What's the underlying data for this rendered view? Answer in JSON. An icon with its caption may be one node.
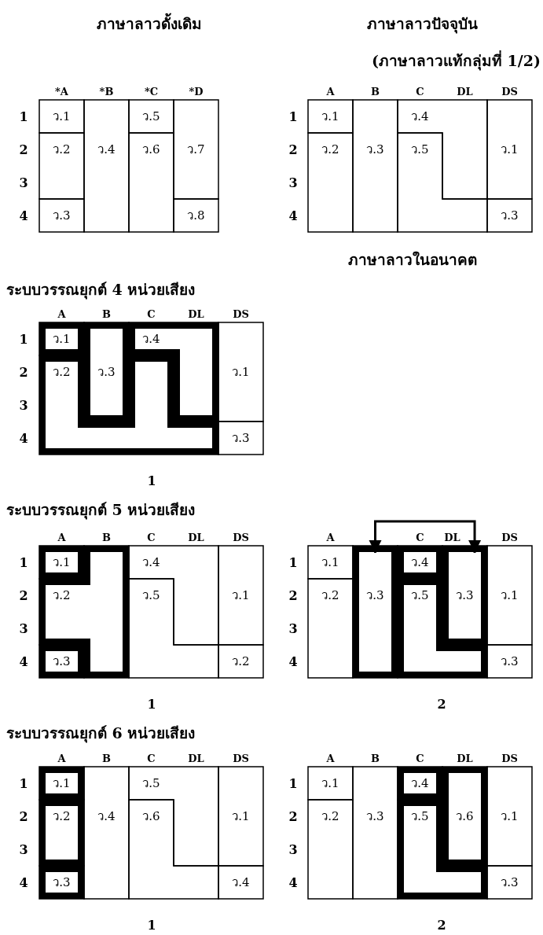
{
  "diagram": {
    "nodes": [
      {
        "text": [
          "ว.1"
        ]
      },
      {
        "text": [
          "ว.5"
        ]
      },
      {
        "text": [
          "ว.2"
        ]
      },
      {
        "text": [
          "ว.4"
        ]
      },
      {
        "text": [
          "ว.6"
        ]
      },
      {
        "text": [
          "ว.7"
        ]
      },
      {
        "text": [
          "ว.3"
        ]
      },
      {
        "text": [
          "ว.8"
        ]
      },
      {
        "text": [
          "ว.1"
        ]
      },
      {
        "text": [
          "ว.4"
        ]
      },
      {
        "text": [
          "ว.2"
        ]
      },
      {
        "text": [
          "ว.3"
        ]
      },
      {
        "text": [
          "ว.5"
        ]
      },
      {
        "text": [
          "ว.1"
        ]
      },
      {
        "text": [
          "ว.3"
        ]
      },
      {
        "text": [
          "ว.1"
        ]
      },
      {
        "text": [
          "ว.4"
        ]
      },
      {
        "text": [
          "ว.2"
        ]
      },
      {
        "text": [
          "ว.3"
        ]
      },
      {
        "text": [
          "ว.1"
        ]
      },
      {
        "text": [
          "ว.3"
        ]
      },
      {
        "text": [
          "ว.1"
        ]
      },
      {
        "text": [
          "ว.4"
        ]
      },
      {
        "text": [
          "ว.2"
        ]
      },
      {
        "text": [
          "ว.5"
        ]
      },
      {
        "text": [
          "ว.1"
        ]
      },
      {
        "text": [
          "ว.3"
        ]
      },
      {
        "text": [
          "ว.2"
        ]
      },
      {
        "text": [
          "ว.1"
        ]
      },
      {
        "text": [
          "ว.4"
        ]
      },
      {
        "text": [
          "ว.2"
        ]
      },
      {
        "text": [
          "ว.3"
        ]
      },
      {
        "text": [
          "ว.5"
        ]
      },
      {
        "text": [
          "ว.3"
        ]
      },
      {
        "text": [
          "ว.1"
        ]
      },
      {
        "text": [
          "ว.3"
        ]
      },
      {
        "text": [
          "ว.1"
        ]
      },
      {
        "text": [
          "ว.5"
        ]
      },
      {
        "text": [
          "ว.2"
        ]
      },
      {
        "text": [
          "ว.4"
        ]
      },
      {
        "text": [
          "ว.6"
        ]
      },
      {
        "text": [
          "ว.1"
        ]
      },
      {
        "text": [
          "ว.3"
        ]
      },
      {
        "text": [
          "ว.4"
        ]
      },
      {
        "text": [
          "ว.1"
        ]
      },
      {
        "text": [
          "ว.4"
        ]
      },
      {
        "text": [
          "ว.2"
        ]
      },
      {
        "text": [
          "ว.3"
        ]
      },
      {
        "text": [
          "ว.5"
        ]
      },
      {
        "text": [
          "ว.6"
        ]
      },
      {
        "text": [
          "ว.1"
        ]
      },
      {
        "text": [
          "ว.3"
        ]
      }
    ],
    "edges": [
      {
        "from": 31,
        "to": 33,
        "arrow": "both"
      }
    ],
    "labels": [
      "ภาษาลาวดั้งเดิม",
      "ภาษาลาวปัจจุบัน",
      "(ภาษาลาวแท้กลุ่มที่ 1/2)",
      "*A",
      "*B",
      "*C",
      "*D",
      "A",
      "B",
      "C",
      "DL",
      "DS",
      "1",
      "2",
      "3",
      "4",
      "1",
      "2",
      "3",
      "4",
      "ภาษาลาวในอนาคต",
      "ระบบวรรณยุกต์ 4 หน่วยเสียง",
      "A",
      "B",
      "C",
      "DL",
      "DS",
      "1",
      "2",
      "3",
      "4",
      "1",
      "ระบบวรรณยุกต์ 5 หน่วยเสียง",
      "A",
      "B",
      "C",
      "DL",
      "DS",
      "A",
      "C",
      "DL",
      "DS",
      "1",
      "2",
      "3",
      "4",
      "1",
      "2",
      "3",
      "4",
      "1",
      "2",
      "ระบบวรรณยุกต์ 6 หน่วยเสียง",
      "A",
      "B",
      "C",
      "DL",
      "DS",
      "A",
      "B",
      "C",
      "DL",
      "DS",
      "1",
      "2",
      "3",
      "4",
      "1",
      "2",
      "3",
      "4",
      "1",
      "2"
    ]
  }
}
